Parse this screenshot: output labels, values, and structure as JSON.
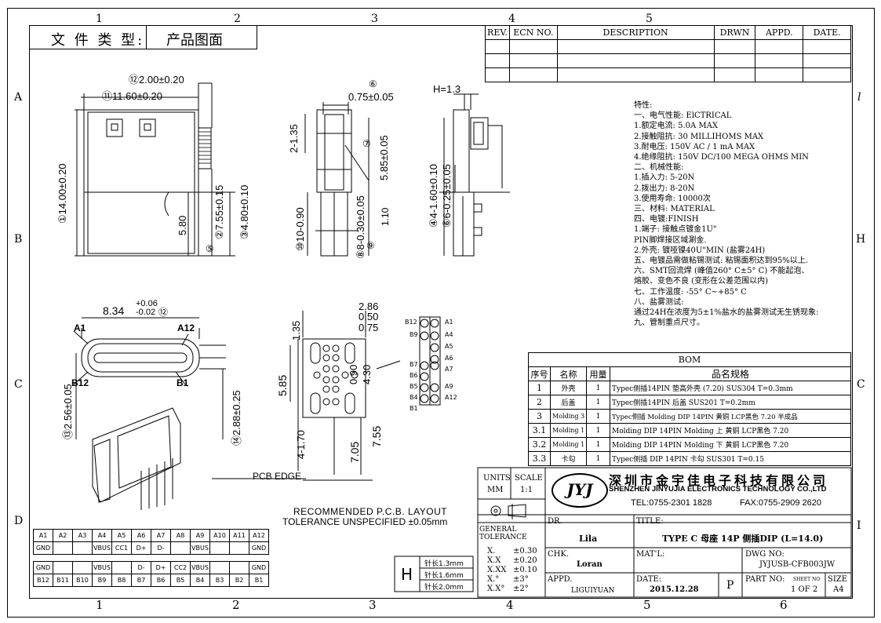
{
  "header": {
    "doc_type_label": "文 件 类 型:",
    "doc_type_value": "产品图面"
  },
  "border": {
    "cols": [
      "1",
      "2",
      "3",
      "4",
      "5",
      "6"
    ],
    "rows": [
      "A",
      "B",
      "C",
      "D"
    ]
  },
  "revision": {
    "headers": [
      "REV.",
      "ECN NO.",
      "DESCRIPTION",
      "DRWN",
      "APPD.",
      "DATE."
    ]
  },
  "dims": {
    "d12": "⑫2.00±0.20",
    "d11": "⑪11.60±0.20",
    "d1": "①14.00±0.20",
    "d580": "5.80",
    "d2": "②7.55±0.15",
    "d3": "③4.80±0.10",
    "c5": "⑤",
    "d6": "⑥",
    "d075": "0.75±0.05",
    "d135": "2-1.35",
    "c7": "⑦",
    "d585": "5.85±0.05",
    "d10": "⑩10-0.90",
    "d8": "⑧8-0.30±0.05",
    "c9": "⑨",
    "d110": "1.10",
    "h13": "H=1.3",
    "d4": "④4-1.60±0.10",
    "d6b": "⑥6-0.25±0.05",
    "d834": "8.34",
    "d834tol": "+0.06 -0.02",
    "c12": "⑫",
    "a1": "A1",
    "a12": "A12",
    "b12": "B12",
    "b1": "B1",
    "d13": "⑬2.56±0.05",
    "d14": "⑭2.88±0.25",
    "p286": "2.86",
    "p050": "0.50",
    "p075": "0.75",
    "p135": "1.35",
    "p585": "5.85",
    "p090": "0.90",
    "p430": "4.30",
    "p4170": "4-1.70",
    "p705": "7.05",
    "p755": "7.55",
    "pcb_edge": "PCB EDGE",
    "layout_title": "RECOMMENDED P.C.B. LAYOUT",
    "layout_tol": "TOLERANCE UNSPECIFIED ±0.05mm",
    "pins_left": [
      "B12",
      "B9",
      "B7",
      "B6",
      "B5",
      "B4",
      "B1"
    ],
    "pins_right": [
      "A1",
      "A4",
      "A5",
      "A6",
      "A7",
      "A9",
      "A12"
    ]
  },
  "specs": [
    "特性:",
    "一、电气性能: ElCTRICAL",
    "  1.额定电流: 5.0A MAX",
    "  2.接触阻抗: 30 MILLIHOMS MAX",
    "  3.耐电压: 150V AC / 1 mA MAX",
    "  4.绝缘阻抗: 150V DC/100 MEGA OHMS MIN",
    "二、机械性能:",
    "  1.插入力: 5-20N",
    "  2.拨出力: 8-20N",
    "  3.使用寿命: 10000次",
    "三、材料: MATERIAL",
    "四、电镀:FINISH",
    "  1.端子: 接触点镀金1U\"",
    "          PIN脚焊接区域涮金.",
    "  2.外壳: 镀哑镍40U\"MIN (盐雾24H)",
    "五、电镀品需做粘锡测试: 粘锡面积达到95%以上.",
    "六、SMT回流焊 (峰值260° C±5° C) 不能起泡、",
    "    熔胶、变色不良 (变形在公差范围以内)",
    "七、工作温度: -55° C~+85° C",
    "八、盐雾测试:",
    "    通过24H在浓度为5±1%盐水的盐雾测试无生锈现象:",
    "九、管制重点尺寸。"
  ],
  "bom": {
    "title": "BOM",
    "headers": [
      "序号",
      "名称",
      "用量",
      "品名规格"
    ],
    "rows": [
      [
        "1",
        "外壳",
        "1",
        "Typec侧插14PIN 垫高外壳 (7.20) SUS304 T=0.3mm"
      ],
      [
        "2",
        "后盖",
        "1",
        "Typec侧插14PIN 后盖 SUS201 T=0.2mm"
      ],
      [
        "3",
        "Molding 3",
        "1",
        "Typec侧插 Molding DIP 14PIN 黄铜 LCP黑色 7.20 半成品"
      ],
      [
        "3.1",
        "Molding 1",
        "1",
        "Molding DIP 14PIN Molding 上 黄铜 LCP黑色 7.20"
      ],
      [
        "3.2",
        "Molding 1",
        "1",
        "Molding DIP 14PIN Molding 下 黄铜 LCP黑色 7.20"
      ],
      [
        "3.3",
        "卡勾",
        "1",
        "Typec侧插 DIP 14PIN 卡勾 SUS301 T=0.15"
      ]
    ]
  },
  "pin_table": {
    "top_labels": [
      "A1",
      "A2",
      "A3",
      "A4",
      "A5",
      "A6",
      "A7",
      "A8",
      "A9",
      "A10",
      "A11",
      "A12"
    ],
    "top_values": [
      "GND",
      "",
      "",
      "VBUS",
      "CC1",
      "D+",
      "D-",
      "",
      "VBUS",
      "",
      "",
      "GND"
    ],
    "bot_values": [
      "GND",
      "",
      "",
      "VBUS",
      "",
      "D-",
      "D+",
      "CC2",
      "VBUS",
      "",
      "",
      "GND"
    ],
    "bot_labels": [
      "B12",
      "B11",
      "B10",
      "B9",
      "B8",
      "B7",
      "B6",
      "B5",
      "B4",
      "B3",
      "B2",
      "B1"
    ]
  },
  "pin_length": {
    "letter": "H",
    "items": [
      "针长1.3mm",
      "针长1.6mm",
      "针长2.0mm"
    ]
  },
  "title_block": {
    "units_label": "UNITS",
    "units_value": "MM",
    "scale_label": "SCALE",
    "scale_value": "1:1",
    "logo": "JYJ",
    "company_cn": "深圳市金宇佳电子科技有限公司",
    "company_en": "SHENZHEN JINYUJIA ELECTRONICS TECHNOLOGY CO.,LTD",
    "tel": "TEL:0755-2301 1828",
    "fax": "FAX:0755-2909 2620",
    "gen_tol_label": "GENERAL\nTOLERANCE",
    "tol_rows": [
      [
        "X.",
        "±0.30"
      ],
      [
        "X.X",
        "±0.20"
      ],
      [
        "X.XX",
        "±0.10"
      ],
      [
        "X.°",
        "±3°"
      ],
      [
        "X.X°",
        "±2°"
      ]
    ],
    "dr_label": "DR.",
    "dr_value": "Lila",
    "title_label": "TITLE:",
    "title_value": "TYPE C 母座 14P 侧插DIP (L=14.0)",
    "chk_label": "CHK.",
    "chk_value": "Loran",
    "mat_label": "MAT'L:",
    "dwg_label": "DWG NO:",
    "dwg_value": "JYJUSB-CFB003JW",
    "appd_label": "APPD.",
    "appd_value": "LIGUIYUAN",
    "date_label": "DATE:",
    "date_value": "2015.12.28",
    "rev_letter": "P",
    "part_label": "PART NO:",
    "sheet_label": "SHEET NO",
    "sheet_value": "1 OF 2",
    "size_label": "SIZE",
    "size_value": "A4"
  }
}
